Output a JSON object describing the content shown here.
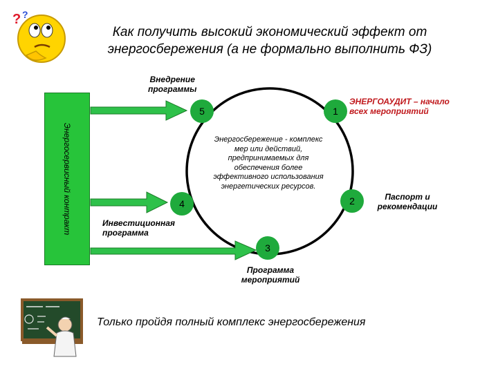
{
  "title": {
    "line1": "Как получить высокий экономический эффект от",
    "line2": "энергосбережения (а не формально выполнить ФЗ)"
  },
  "labels": {
    "introduction": [
      "Внедрение",
      "программы"
    ],
    "audit": [
      "ЭНЕРГОАУДИТ – начало",
      "всех мероприятий"
    ],
    "passport": [
      "Паспорт и",
      "рекомендации"
    ],
    "investment": [
      "Инвестиционная",
      "программа"
    ],
    "measures": [
      "Программа",
      "мероприятий"
    ],
    "contract": "Энергосервисный контракт",
    "center": [
      "Энергосбережение - комплекс",
      "мер или действий,",
      "предпринимаемых для",
      "обеспечения более",
      "эффективного использования",
      "энергетических ресурсов."
    ],
    "bottom": "Только пройдя полный комплекс энергосбережения"
  },
  "nodes": {
    "n1": "1",
    "n2": "2",
    "n3": "3",
    "n4": "4",
    "n5": "5"
  },
  "colors": {
    "node": "#1faa3c",
    "arrow": "#2ec14a",
    "contract": "#27c43a",
    "circle": "#000000"
  },
  "icons": {
    "top_left": "thinking-smiley-icon",
    "bottom_left": "teacher-chalkboard-icon"
  }
}
